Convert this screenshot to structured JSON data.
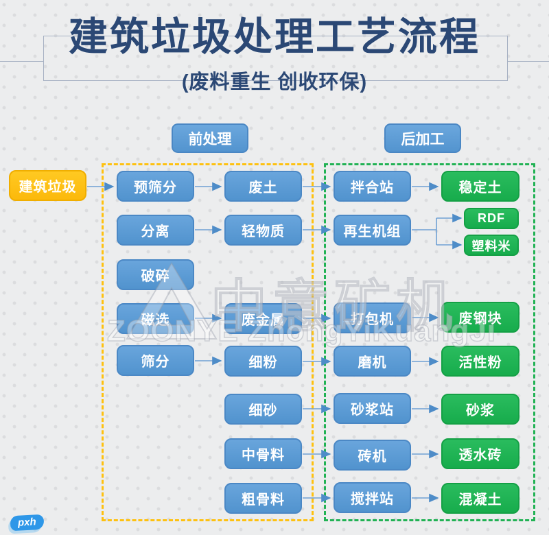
{
  "title": "建筑垃圾处理工艺流程",
  "subtitle": "(废料重生 创收环保)",
  "section_headers": {
    "pre": "前处理",
    "post": "后加工"
  },
  "nodes": {
    "construction_waste": "建筑垃圾",
    "pre_screening": "预筛分",
    "separation": "分离",
    "crushing": "破碎",
    "magnetic_separation": "磁选",
    "screening": "筛分",
    "waste_soil": "废土",
    "light_materials": "轻物质",
    "scrap_metal": "废金属",
    "fine_powder": "细粉",
    "fine_sand": "细砂",
    "medium_aggregate": "中骨料",
    "coarse_aggregate": "粗骨料",
    "mixing_station": "拌合站",
    "regeneration_unit": "再生机组",
    "baler": "打包机",
    "mill": "磨机",
    "mortar_station": "砂浆站",
    "brick_machine": "砖机",
    "concrete_mixing_station": "搅拌站",
    "stabilized_soil": "稳定土",
    "rdf": "RDF",
    "plastic_pellets": "塑料米",
    "scrap_steel": "废钢块",
    "active_powder": "活性粉",
    "mortar": "砂浆",
    "permeable_brick": "透水砖",
    "concrete": "混凝土"
  },
  "edges": [
    "建筑垃圾→预筛分",
    "预筛分→废土",
    "废土→拌合站",
    "拌合站→稳定土",
    "分离→轻物质",
    "轻物质→再生机组",
    "再生机组→RDF",
    "再生机组→塑料米",
    "磁选→废金属",
    "废金属→打包机",
    "打包机→废钢块",
    "筛分→细粉",
    "细粉→磨机",
    "磨机→活性粉",
    "细砂→砂浆站",
    "砂浆站→砂浆",
    "中骨料→砖机",
    "砖机→透水砖",
    "粗骨料→搅拌站",
    "搅拌站→混凝土"
  ],
  "watermark": {
    "cn": "中意矿机",
    "en": "ZOONYE  ZhongYiKuangJi"
  },
  "signature": "pxh",
  "colors": {
    "blue_node": "#5B9BD5",
    "green_node": "#1FB254",
    "yellow_node": "#FEC110",
    "title_navy": "#2B4875",
    "dash_pre": "#FEC110",
    "dash_post": "#21B254",
    "arrow": "#5E94CC",
    "background": "#ECEDEE"
  }
}
